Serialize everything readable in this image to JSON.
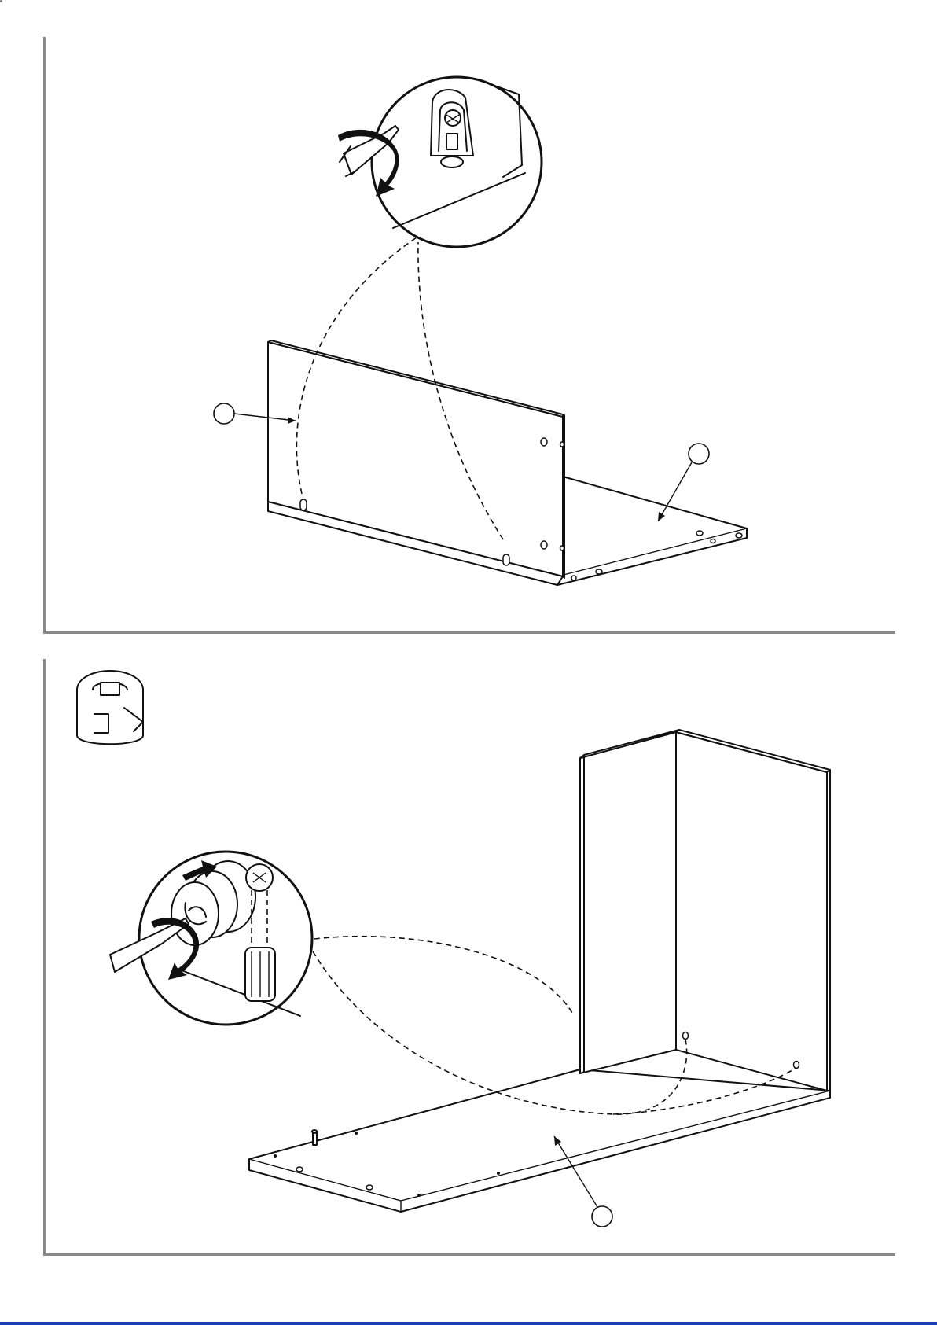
{
  "document": {
    "type": "assembly-instructions",
    "steps": [
      {
        "id": "step-1",
        "detail": "cam-lock-tightening-detail",
        "part_callouts": [
          "",
          ""
        ]
      },
      {
        "id": "step-2",
        "detail": "cam-lock-insert-detail",
        "part_callouts": [
          ""
        ]
      }
    ],
    "hardware_icon": "cam-lock-fitting-icon",
    "accent_color": "#1b3fb0",
    "frame_color": "#8a8a8a"
  }
}
